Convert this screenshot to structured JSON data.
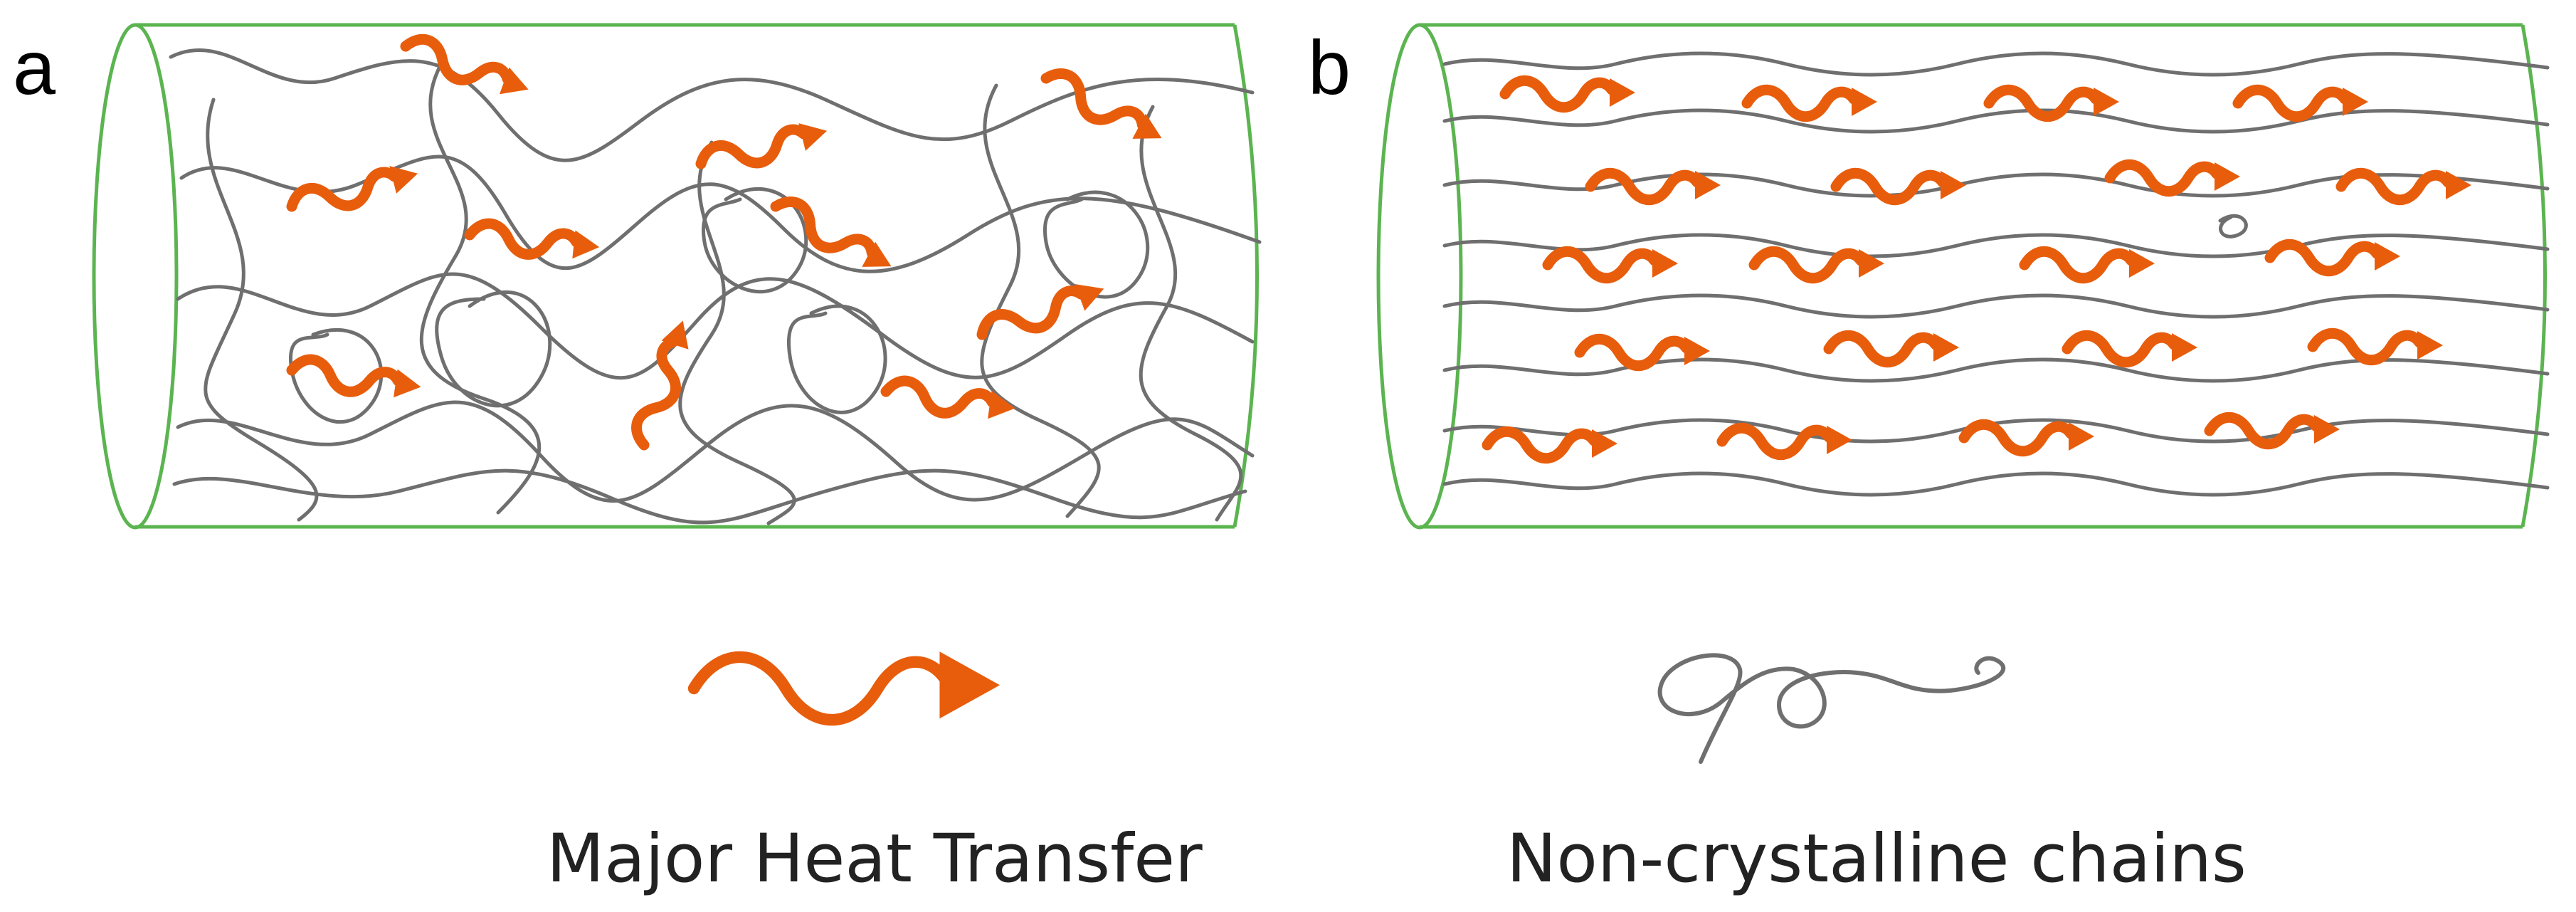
{
  "colors": {
    "heat_arrow": "#e85d0c",
    "chain": "#6f6f6f",
    "tube_outline": "#5bb450",
    "text": "#222222"
  },
  "panels": [
    {
      "id": "a",
      "label": "a",
      "chain_arrangement": "random-entangled"
    },
    {
      "id": "b",
      "label": "b",
      "chain_arrangement": "aligned"
    }
  ],
  "legend": {
    "heat_transfer": {
      "label": "Major Heat Transfer",
      "icon": "wavy-arrow-icon"
    },
    "chains": {
      "label": "Non-crystalline chains",
      "icon": "tangled-chain-icon"
    }
  }
}
